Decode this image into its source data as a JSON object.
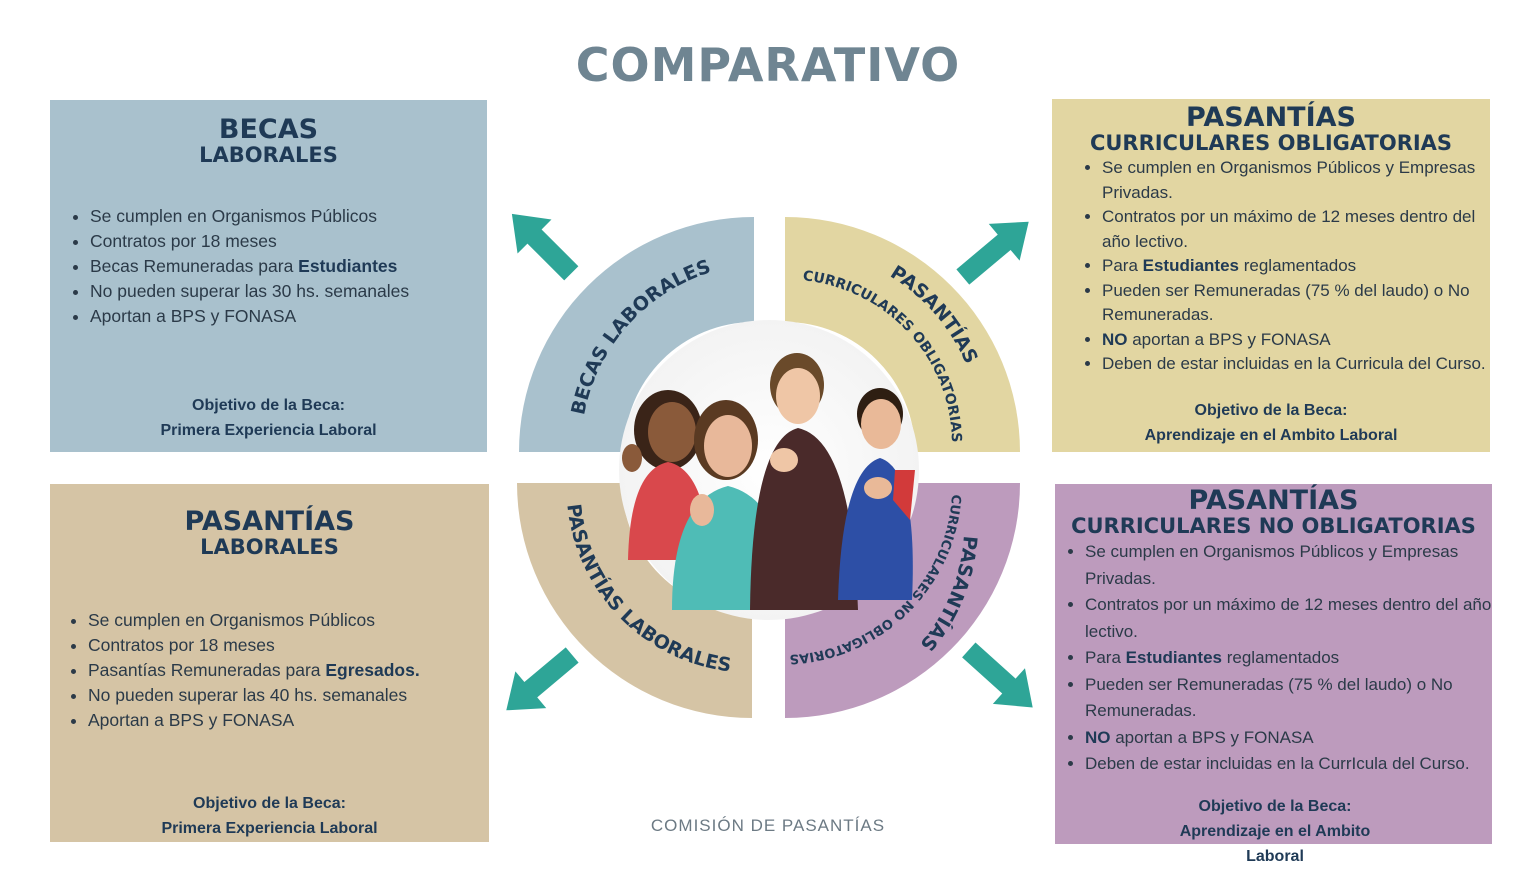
{
  "title": "COMPARATIVO",
  "footer": "COMISIÓN DE PASANTÍAS",
  "becas": {
    "title": "BECAS",
    "subtitle": "LABORALES",
    "items": [
      {
        "text": "Se cumplen en Organismos Públicos",
        "bold": ""
      },
      {
        "text": "Contratos por 18 meses",
        "bold": ""
      },
      {
        "text": "Becas Remuneradas para ",
        "bold": "Estudiantes"
      },
      {
        "text": "No pueden superar las 30 hs. semanales",
        "bold": ""
      },
      {
        "text": "Aportan a BPS y FONASA",
        "bold": ""
      }
    ],
    "goal_label": "Objetivo de la Beca:",
    "goal_value": "Primera Experiencia Laboral",
    "color": "#a9c1cd"
  },
  "obligatorias": {
    "title": "PASANTÍAS",
    "subtitle": "CURRICULARES OBLIGATORIAS",
    "items": [
      {
        "lead": "",
        "text": "Se cumplen en Organismos Públicos y Empresas Privadas."
      },
      {
        "lead": "",
        "text": "Contratos por un máximo de 12 meses dentro del año lectivo."
      },
      {
        "lead": "",
        "text": "Para ",
        "bold": "Estudiantes",
        "tail": " reglamentados"
      },
      {
        "lead": "",
        "text": "Pueden ser Remuneradas (75 % del laudo)  o No Remuneradas."
      },
      {
        "lead": "NO",
        "text": " aportan a BPS y FONASA"
      },
      {
        "lead": "",
        "text": "Deben de estar incluidas en la Curricula del Curso."
      }
    ],
    "goal_label": "Objetivo de la Beca:",
    "goal_value": "Aprendizaje en el Ambito Laboral",
    "color": "#e2d6a2"
  },
  "laborales": {
    "title": "PASANTÍAS",
    "subtitle": "LABORALES",
    "items": [
      {
        "text": "Se cumplen en Organismos Públicos",
        "bold": ""
      },
      {
        "text": "Contratos por 18 meses",
        "bold": ""
      },
      {
        "text": "Pasantías Remuneradas para ",
        "bold": "Egresados."
      },
      {
        "text": "No pueden superar las 40 hs. semanales",
        "bold": ""
      },
      {
        "text": "Aportan a BPS y FONASA",
        "bold": ""
      }
    ],
    "goal_label": "Objetivo de la Beca:",
    "goal_value": "Primera Experiencia Laboral",
    "color": "#d5c4a5"
  },
  "no_obligatorias": {
    "title": "PASANTÍAS",
    "subtitle": "CURRICULARES NO OBLIGATORIAS",
    "items": [
      {
        "lead": "",
        "text": "Se cumplen en Organismos Públicos y Empresas Privadas."
      },
      {
        "lead": "",
        "text": "Contratos por un máximo de 12 meses dentro del año lectivo."
      },
      {
        "lead": "",
        "text": "Para ",
        "bold": "Estudiantes",
        "tail": " reglamentados"
      },
      {
        "lead": "",
        "text": "Pueden ser Remuneradas (75 % del laudo) o No Remuneradas."
      },
      {
        "lead": "NO",
        "text": " aportan a BPS y FONASA"
      },
      {
        "lead": "",
        "text": "Deben de estar incluidas en la CurrIcula  del Curso."
      }
    ],
    "goal_label": "Objetivo de la Beca:",
    "goal_value": "Aprendizaje en el Ambito Laboral",
    "color": "#bd9bbd"
  },
  "ring": {
    "tl": "BECAS  LABORALES",
    "tr_main": "PASANTÍAS",
    "tr_sub": "CURRICULARES OBLIGATORIAS",
    "bl": "PASANTÍAS LABORALES",
    "br_main": "PASANTÍAS",
    "br_sub": "CURRICULARES NO OBLIGATORIAS"
  },
  "arrow_color": "#2ea597"
}
